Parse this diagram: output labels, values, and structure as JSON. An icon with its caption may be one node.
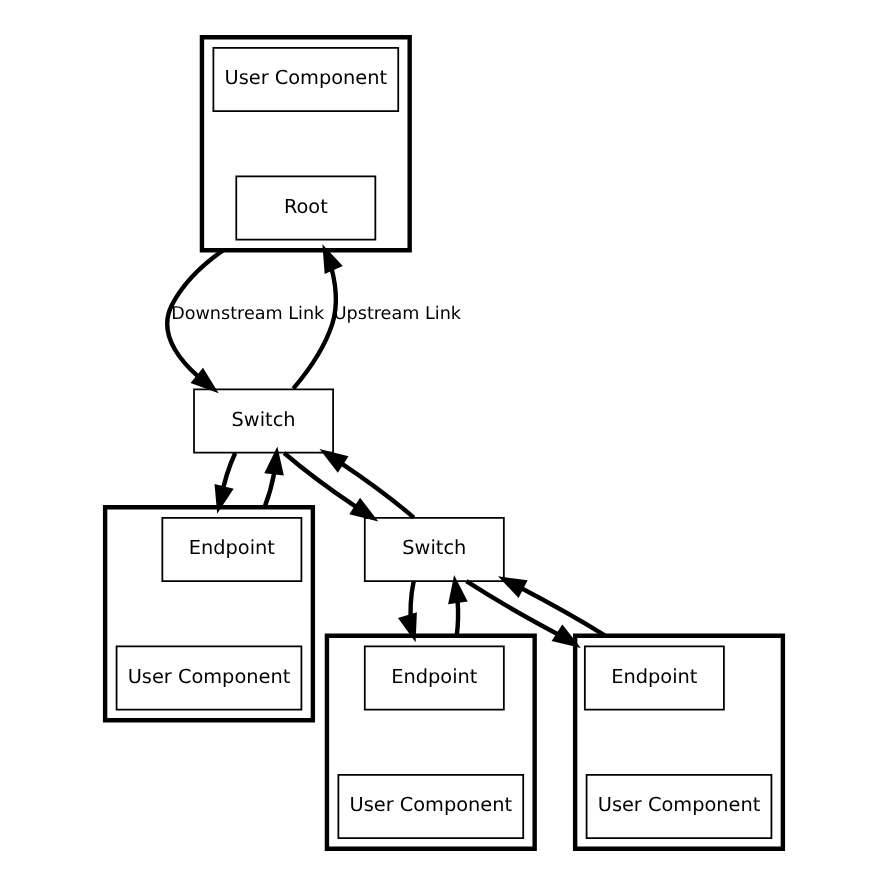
{
  "diagram": {
    "nodes": [
      {
        "text": [],
        "shape": "box"
      },
      {
        "text": [
          "User Component"
        ],
        "in": 0
      },
      {
        "text": [
          "Root"
        ],
        "in": 0
      },
      {
        "text": [
          "Switch"
        ]
      },
      {
        "text": [
          "Switch"
        ]
      },
      {
        "text": [],
        "shape": "box"
      },
      {
        "text": [
          "Endpoint"
        ],
        "in": 5
      },
      {
        "text": [
          "User Component"
        ],
        "in": 5
      },
      {
        "text": [],
        "shape": "box"
      },
      {
        "text": [
          "Endpoint"
        ],
        "in": 8
      },
      {
        "text": [
          "User Component"
        ],
        "in": 8
      },
      {
        "text": [],
        "shape": "box"
      },
      {
        "text": [
          "Endpoint"
        ],
        "in": 11
      },
      {
        "text": [
          "User Component"
        ],
        "in": 11
      }
    ],
    "edges": [
      {
        "from": 0,
        "to": 3,
        "arrow": "to",
        "label": "Downstream Link"
      },
      {
        "from": 3,
        "to": 0,
        "arrow": "to",
        "label": "Upstream Link"
      },
      {
        "from": 3,
        "to": 4,
        "arrow": "to"
      },
      {
        "from": 4,
        "to": 3,
        "arrow": "to"
      },
      {
        "from": 3,
        "to": 5,
        "arrow": "to"
      },
      {
        "from": 5,
        "to": 3,
        "arrow": "to"
      },
      {
        "from": 4,
        "to": 8,
        "arrow": "to"
      },
      {
        "from": 8,
        "to": 4,
        "arrow": "to"
      },
      {
        "from": 4,
        "to": 11,
        "arrow": "to"
      },
      {
        "from": 11,
        "to": 4,
        "arrow": "to"
      }
    ]
  }
}
